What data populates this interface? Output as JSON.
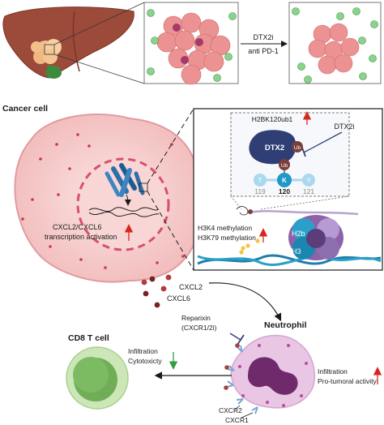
{
  "top": {
    "treatment_line1": "DTX2i",
    "treatment_line2": "anti PD-1"
  },
  "cancer_cell": {
    "title": "Cancer cell",
    "transcription_line1": "CXCL2/CXCL6",
    "transcription_line2": "transcription activation"
  },
  "inset": {
    "mark_label": "H2BK120ub1",
    "inhibitor_label": "DTX2i",
    "enzyme_label": "DTX2",
    "ub_label": "Ub",
    "residues": [
      {
        "letter": "T",
        "number": "119"
      },
      {
        "letter": "K",
        "number": "120"
      },
      {
        "letter": "Y",
        "number": "121"
      }
    ],
    "methylation_line1": "H3K4 methylation",
    "methylation_line2": "H3K79 methylation",
    "histone_labels": [
      "H2b",
      "H3"
    ]
  },
  "chemokines": {
    "label1": "CXCL2",
    "label2": "CXCL6"
  },
  "neutrophil": {
    "title": "Neutrophil",
    "inhibitor_line1": "Reparixin",
    "inhibitor_line2": "(CXCR1/2i)",
    "effect_line1": "Infiltration",
    "effect_line2": "Pro-tumoral activity",
    "receptor1": "CXCR2",
    "receptor2": "CXCR1"
  },
  "t_cell": {
    "title": "CD8 T cell",
    "effect_line1": "Infiltration",
    "effect_line2": "Cytotoxicty"
  },
  "colors": {
    "up_arrow": "#d9261c",
    "down_arrow": "#2e9e3f",
    "cancer_fill": "#f6cfcf",
    "nucleus_stroke": "#d8506a",
    "dtx2": "#2f3f76",
    "residue_k": "#1f97c9",
    "residue_light": "#aad8ee",
    "neutrophil_fill": "#e8c6e4",
    "tcell_fill": "#b7dba1"
  }
}
